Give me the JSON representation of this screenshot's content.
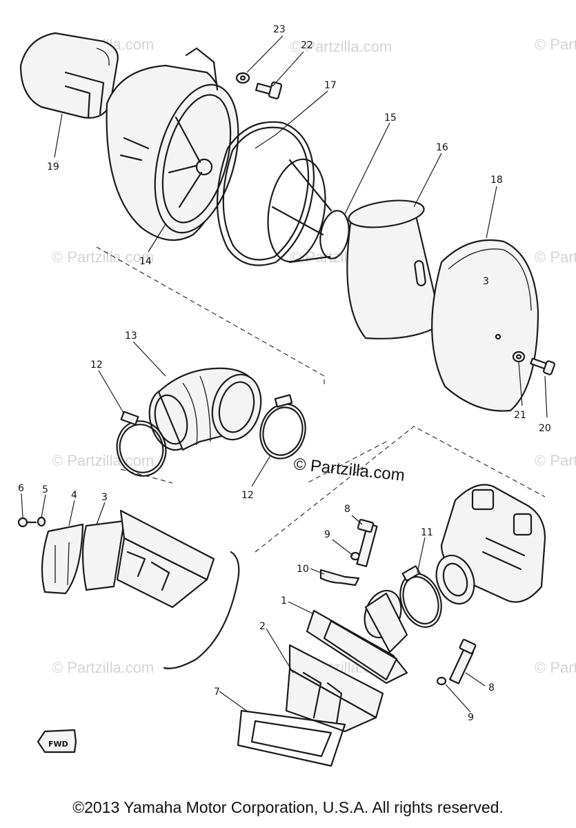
{
  "diagram": {
    "callouts": {
      "c1": "1",
      "c2": "2",
      "c3": "3",
      "c4": "4",
      "c5": "5",
      "c6": "6",
      "c7": "7",
      "c8a": "8",
      "c8b": "8",
      "c9a": "9",
      "c9b": "9",
      "c10": "10",
      "c11": "11",
      "c12a": "12",
      "c12b": "12",
      "c13": "13",
      "c14": "14",
      "c15": "15",
      "c16": "16",
      "c17": "17",
      "c18": "18",
      "c19": "19",
      "c20": "20",
      "c21": "21",
      "c22": "22",
      "c23": "23"
    },
    "fwd_label": "FWD",
    "watermark_main": "© Partzilla.com",
    "watermark_faint": "© Partzilla.com"
  },
  "footer": {
    "copyright": "©2013 Yamaha Motor Corporation, U.S.A. All rights reserved."
  }
}
